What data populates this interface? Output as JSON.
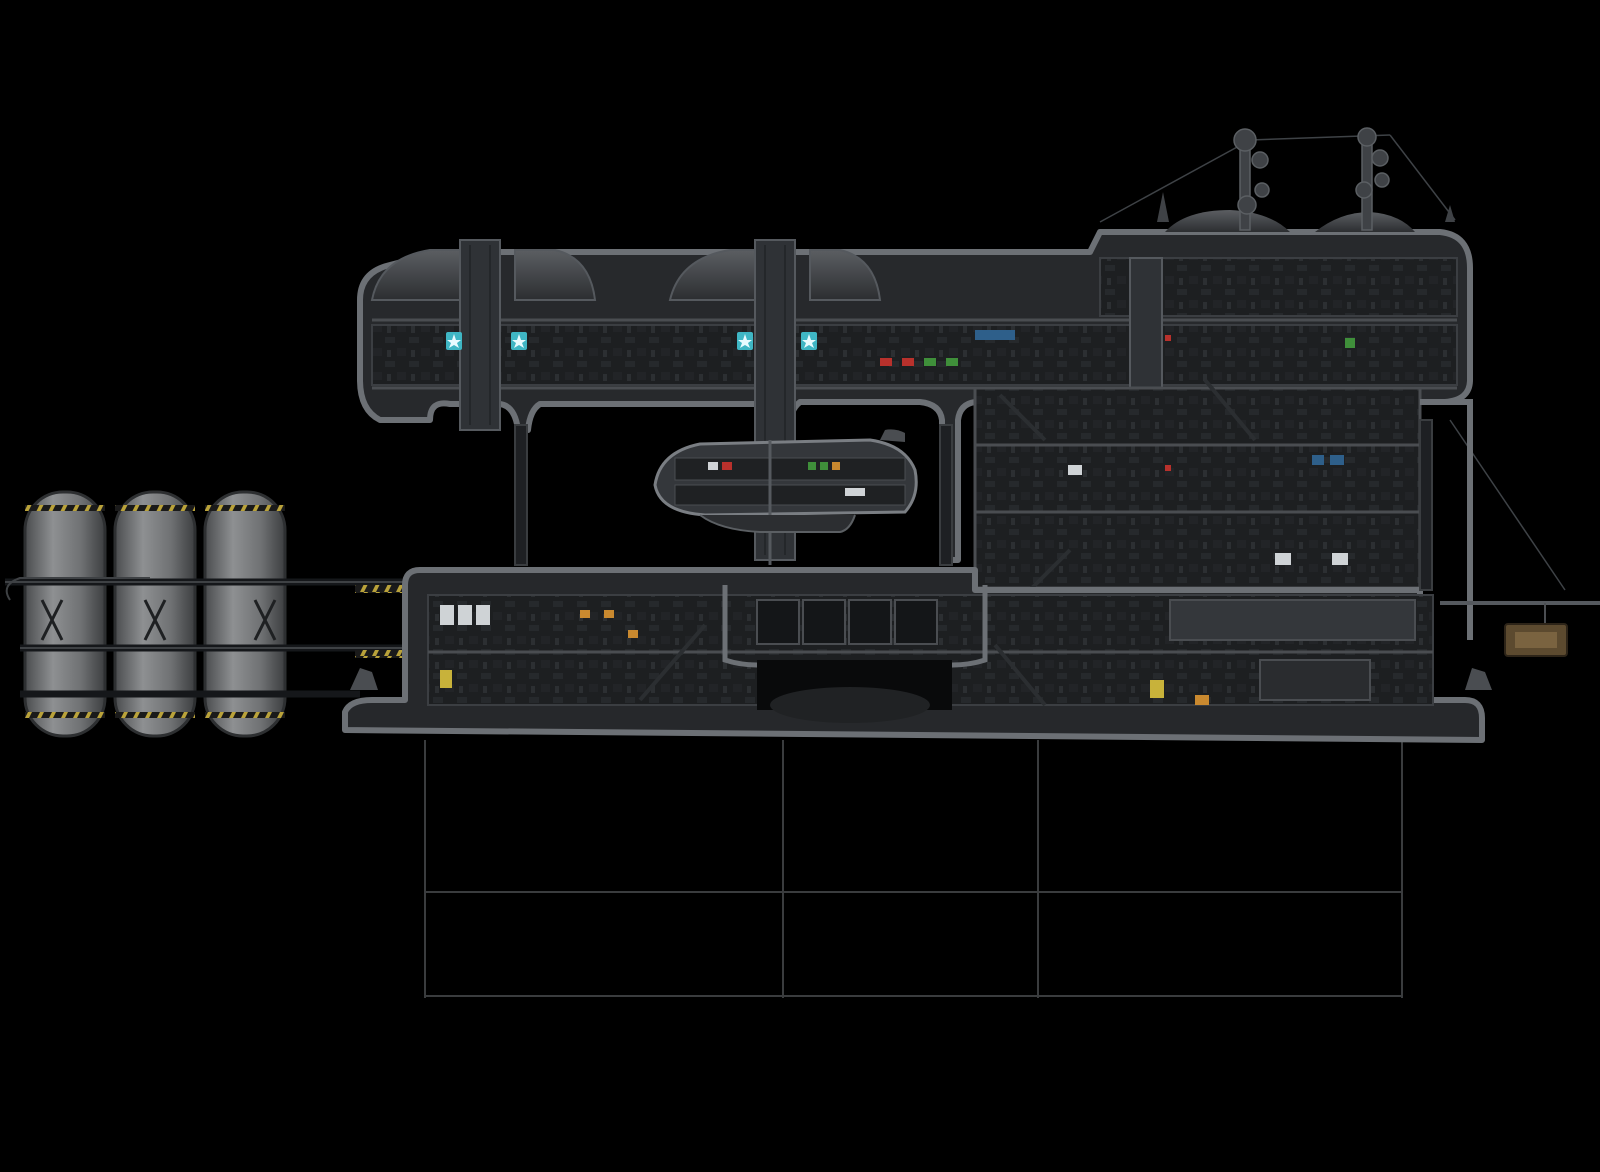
{
  "scene": {
    "background": "#000000",
    "hull_color": "#2a2c2f",
    "hull_edge_color": "#6a6e73",
    "room_color": "#1c1e20",
    "accent_teal": "#3fb6c4",
    "accent_red": "#b8312c",
    "accent_green": "#3f8f3a",
    "accent_amber": "#c9892f",
    "hazard_yellow": "#c8b23a",
    "tank_color": "#7d7f80"
  },
  "station": {
    "tanks": [
      {
        "name": "tank-1"
      },
      {
        "name": "tank-2"
      },
      {
        "name": "tank-3"
      }
    ],
    "emblems": [
      {
        "icon": "star-emblem-icon"
      },
      {
        "icon": "star-emblem-icon"
      },
      {
        "icon": "star-emblem-icon"
      },
      {
        "icon": "star-emblem-icon"
      }
    ],
    "antennas": [
      {
        "icon": "radar-dish-icon"
      },
      {
        "icon": "radar-dish-icon"
      }
    ],
    "docked_submarine": {
      "icon": "submarine-icon"
    },
    "cargo_crate": {
      "icon": "crate-icon"
    }
  }
}
